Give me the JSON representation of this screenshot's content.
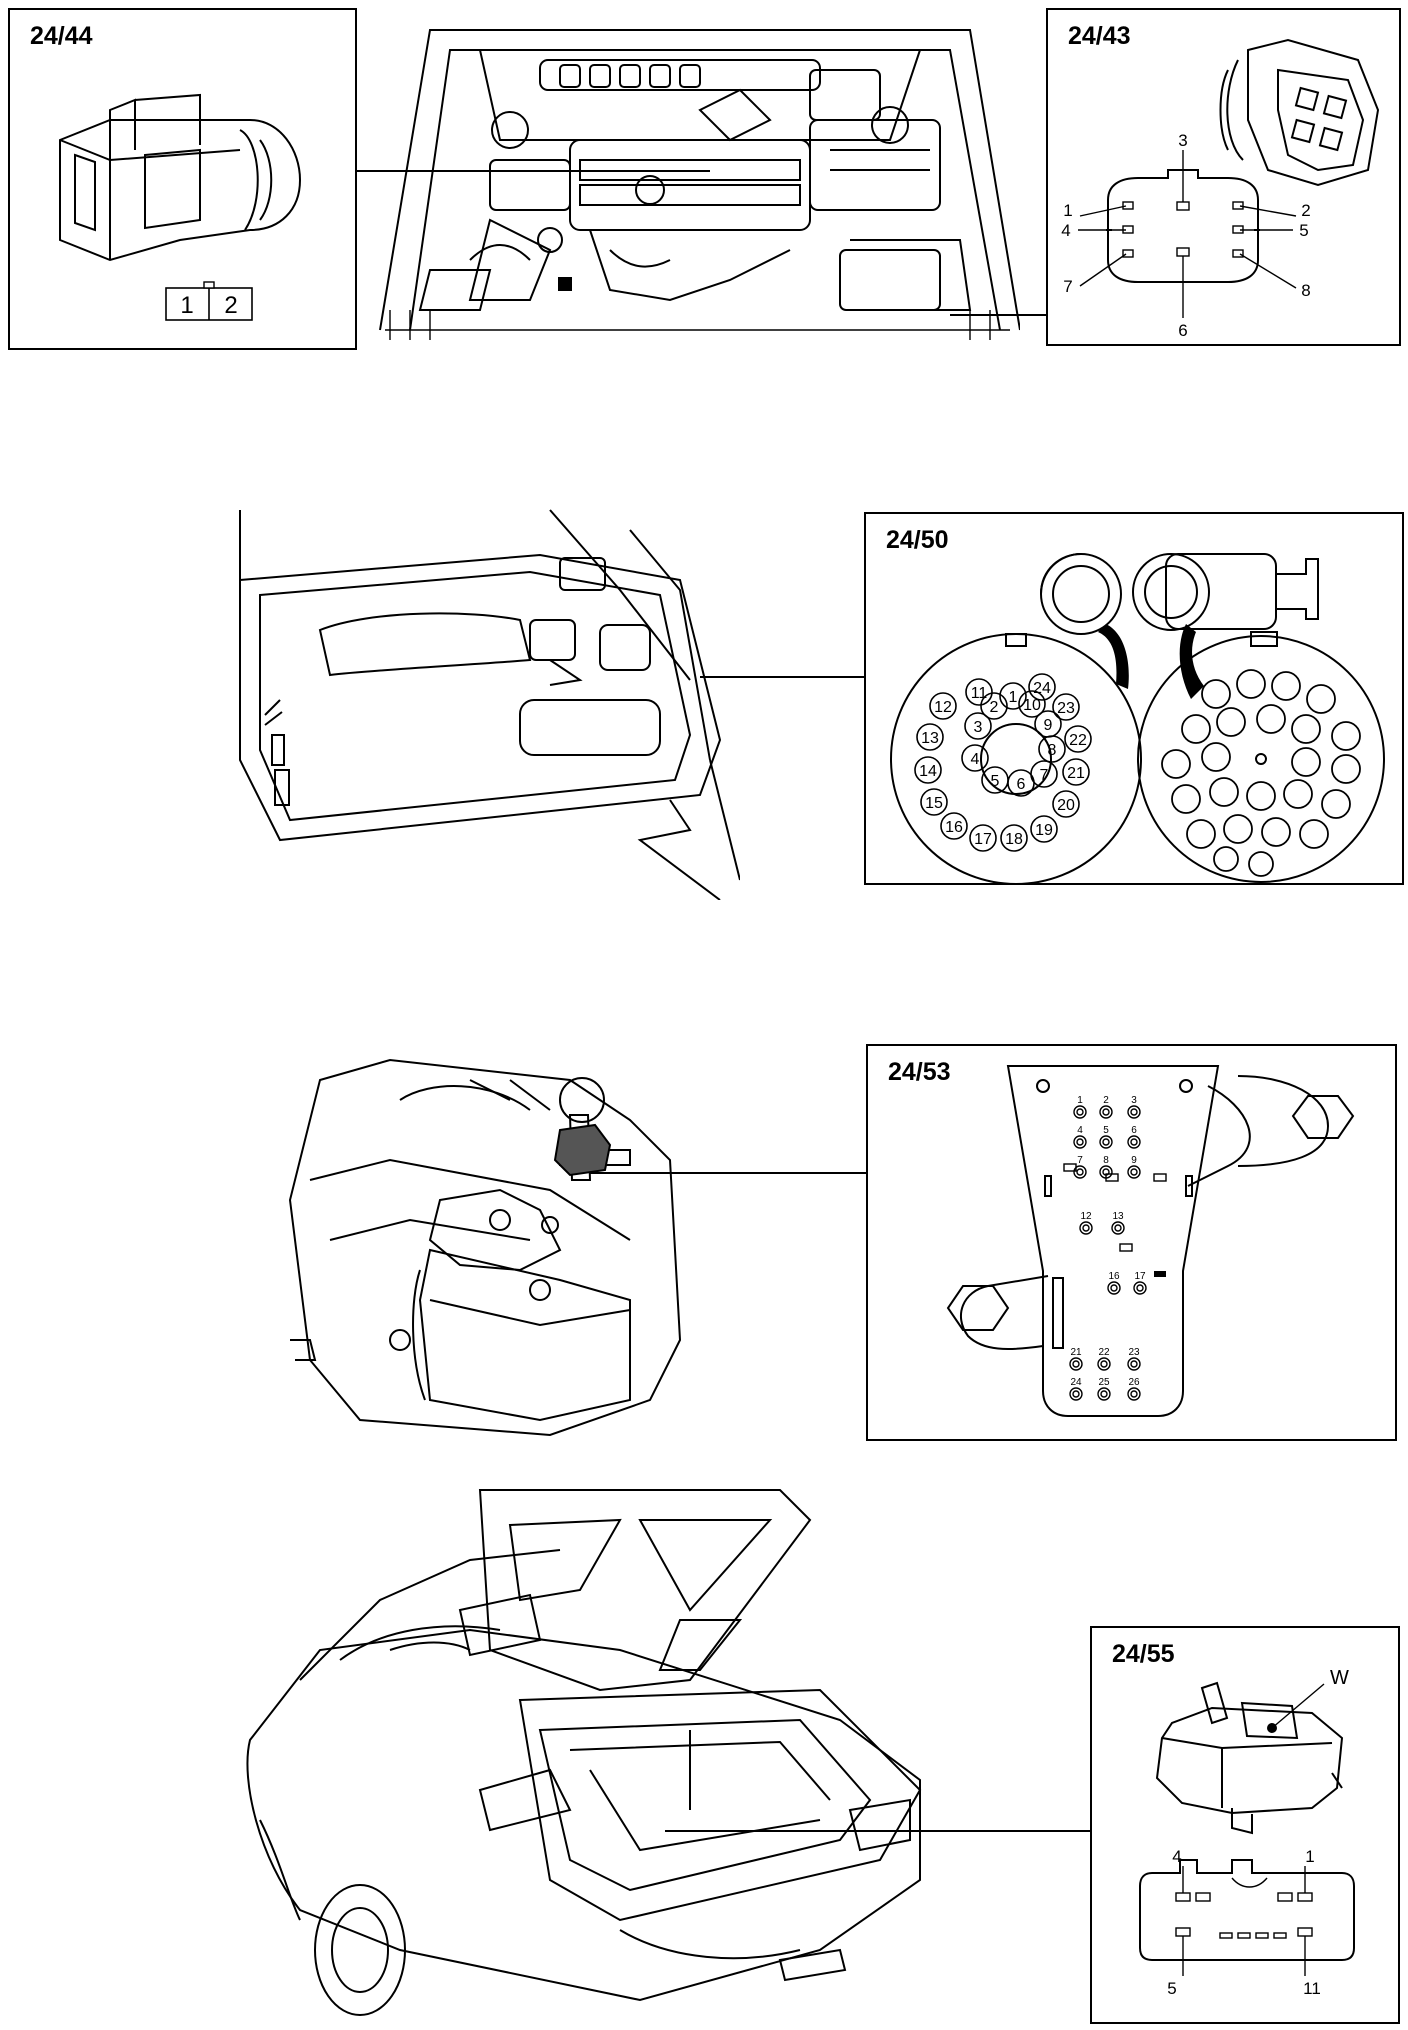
{
  "connectors": {
    "c2444": {
      "title": "24/44",
      "pins": [
        "1",
        "2"
      ]
    },
    "c2443": {
      "title": "24/43",
      "pins": [
        "1",
        "2",
        "3",
        "4",
        "5",
        "6",
        "7",
        "8"
      ]
    },
    "c2450": {
      "title": "24/50",
      "pins": [
        "1",
        "2",
        "3",
        "4",
        "5",
        "6",
        "7",
        "8",
        "9",
        "10",
        "11",
        "12",
        "13",
        "14",
        "15",
        "16",
        "17",
        "18",
        "19",
        "20",
        "21",
        "22",
        "23",
        "24"
      ]
    },
    "c2453": {
      "title": "24/53",
      "pins": [
        "1",
        "2",
        "3",
        "4",
        "5",
        "6",
        "7",
        "8",
        "9",
        "12",
        "13",
        "16",
        "17",
        "21",
        "22",
        "23",
        "24",
        "25",
        "26"
      ]
    },
    "c2455": {
      "title": "24/55",
      "wire_label": "W",
      "pins": [
        "4",
        "1",
        "5",
        "11"
      ]
    }
  }
}
